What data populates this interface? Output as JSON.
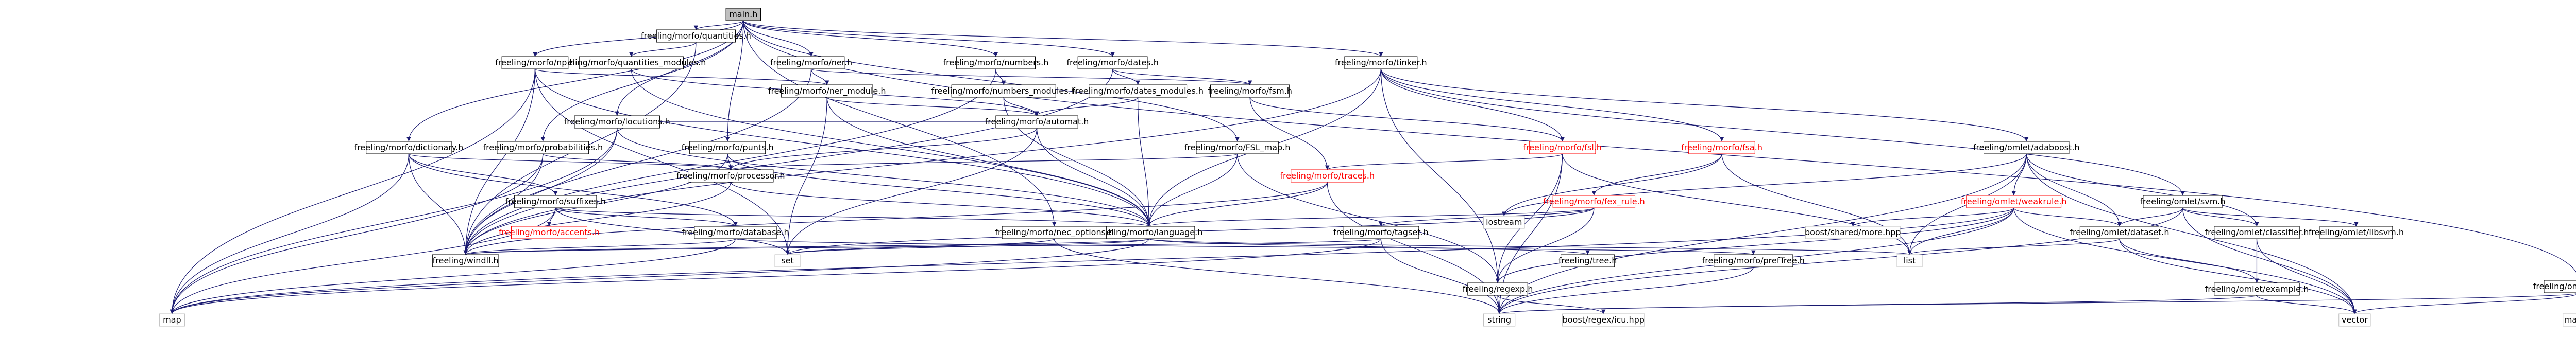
{
  "nodes": [
    {
      "id": "main",
      "label": "main.h",
      "kind": "root"
    },
    {
      "id": "quantities",
      "label": "freeling/morfo/quantities.h"
    },
    {
      "id": "quantities_modules",
      "label": "freeling/morfo/quantities_modules.h"
    },
    {
      "id": "np",
      "label": "freeling/morfo/np.h"
    },
    {
      "id": "ner",
      "label": "freeling/morfo/ner.h"
    },
    {
      "id": "numbers",
      "label": "freeling/morfo/numbers.h"
    },
    {
      "id": "dates",
      "label": "freeling/morfo/dates.h"
    },
    {
      "id": "tinker",
      "label": "freeling/morfo/tinker.h"
    },
    {
      "id": "ner_module",
      "label": "freeling/morfo/ner_module.h"
    },
    {
      "id": "locutions",
      "label": "freeling/morfo/locutions.h"
    },
    {
      "id": "numbers_modules",
      "label": "freeling/morfo/numbers_modules.h"
    },
    {
      "id": "dates_modules",
      "label": "freeling/morfo/dates_modules.h"
    },
    {
      "id": "accents",
      "label": "freeling/morfo/accents.h"
    },
    {
      "id": "traces",
      "label": "freeling/morfo/traces.h",
      "kind": "red"
    },
    {
      "id": "automat",
      "label": "freeling/morfo/automat.h"
    },
    {
      "id": "fsl_map",
      "label": "freeling/morfo/FSL_map.h"
    },
    {
      "id": "probabilities",
      "label": "freeling/morfo/probabilities.h"
    },
    {
      "id": "dictionary",
      "label": "freeling/morfo/dictionary.h"
    },
    {
      "id": "punts",
      "label": "freeling/morfo/punts.h"
    },
    {
      "id": "processor",
      "label": "freeling/morfo/processor.h"
    },
    {
      "id": "suffixes",
      "label": "freeling/morfo/suffixes.h"
    },
    {
      "id": "accents2",
      "label": "freeling/morfo/accents.h",
      "kind": "red"
    },
    {
      "id": "database",
      "label": "freeling/morfo/database.h"
    },
    {
      "id": "language",
      "label": "freeling/morfo/language.h"
    },
    {
      "id": "fsm_tnk",
      "label": "freeling/morfo/fsm.h"
    },
    {
      "id": "fsl",
      "label": "freeling/morfo/fsl.h",
      "kind": "red"
    },
    {
      "id": "fsa",
      "label": "freeling/morfo/fsa.h",
      "kind": "red"
    },
    {
      "id": "fex_rule",
      "label": "freeling/morfo/fex_rule.h",
      "kind": "red"
    },
    {
      "id": "regexp",
      "label": "freeling/regexp.h"
    },
    {
      "id": "tree",
      "label": "freeling/tree.h"
    },
    {
      "id": "windll",
      "label": "freeling/windll.h"
    },
    {
      "id": "tagset",
      "label": "freeling/morfo/tagset.h"
    },
    {
      "id": "prefTree",
      "label": "freeling/morfo/prefTree.h"
    },
    {
      "id": "nec_options",
      "label": "freeling/morfo/nec_options.h"
    },
    {
      "id": "svmmodel",
      "label": "freeling/omlet/svm.h"
    },
    {
      "id": "adaboost",
      "label": "freeling/omlet/adaboost.h"
    },
    {
      "id": "weakrule",
      "label": "freeling/omlet/weakrule.h",
      "kind": "red"
    },
    {
      "id": "dataset",
      "label": "freeling/omlet/dataset.h"
    },
    {
      "id": "classifier",
      "label": "freeling/omlet/classifier.h"
    },
    {
      "id": "libsvm",
      "label": "freeling/omlet/libsvm.h"
    },
    {
      "id": "example",
      "label": "freeling/omlet/example.h"
    },
    {
      "id": "vitabi",
      "label": "freeling/omlet/vitabi.h"
    },
    {
      "id": "iostream",
      "label": "iostream",
      "kind": "ext"
    },
    {
      "id": "boost_tp",
      "label": "boost/shared/more.hpp",
      "kind": "ext"
    },
    {
      "id": "boost_icu",
      "label": "boost/regex/icu.hpp",
      "kind": "ext"
    },
    {
      "id": "set",
      "label": "set",
      "kind": "ext"
    },
    {
      "id": "map",
      "label": "map",
      "kind": "ext"
    },
    {
      "id": "list",
      "label": "list",
      "kind": "ext"
    },
    {
      "id": "string",
      "label": "string",
      "kind": "ext"
    },
    {
      "id": "vector",
      "label": "vector",
      "kind": "ext"
    },
    {
      "id": "math",
      "label": "math.h",
      "kind": "ext"
    }
  ],
  "edges": [
    [
      "main",
      "quantities"
    ],
    [
      "main",
      "np"
    ],
    [
      "main",
      "ner"
    ],
    [
      "main",
      "numbers"
    ],
    [
      "main",
      "dates"
    ],
    [
      "main",
      "tinker"
    ],
    [
      "main",
      "locutions"
    ],
    [
      "main",
      "dictionary"
    ],
    [
      "main",
      "probabilities"
    ],
    [
      "main",
      "punts"
    ],
    [
      "main",
      "fsl_map"
    ],
    [
      "main",
      "vitabi"
    ],
    [
      "main",
      "nec_options"
    ],
    [
      "quantities",
      "quantities_modules"
    ],
    [
      "quantities",
      "windll"
    ],
    [
      "quantities",
      "tinker_mod"
    ],
    [
      "quantities_modules",
      "automat"
    ],
    [
      "quantities_modules",
      "language"
    ],
    [
      "np",
      "ner_module"
    ],
    [
      "np",
      "windll"
    ],
    [
      "np",
      "map"
    ],
    [
      "np",
      "set"
    ],
    [
      "np",
      "language"
    ],
    [
      "ner",
      "ner_module"
    ],
    [
      "ner",
      "fsm_tnk"
    ],
    [
      "ner",
      "windll"
    ],
    [
      "numbers",
      "numbers_modules"
    ],
    [
      "numbers",
      "windll"
    ],
    [
      "dates",
      "dates_modules"
    ],
    [
      "dates",
      "fsm_tnk"
    ],
    [
      "dates",
      "windll"
    ],
    [
      "numbers_modules",
      "automat"
    ],
    [
      "numbers_modules",
      "language"
    ],
    [
      "dates_modules",
      "automat"
    ],
    [
      "dates_modules",
      "language"
    ],
    [
      "ner_module",
      "automat"
    ],
    [
      "ner_module",
      "language"
    ],
    [
      "ner_module",
      "set"
    ],
    [
      "locutions",
      "automat"
    ],
    [
      "locutions",
      "windll"
    ],
    [
      "locutions",
      "language"
    ],
    [
      "locutions",
      "map"
    ],
    [
      "automat",
      "processor"
    ],
    [
      "automat",
      "set"
    ],
    [
      "automat",
      "language"
    ],
    [
      "tinker",
      "svmmodel"
    ],
    [
      "tinker",
      "adaboost"
    ],
    [
      "tinker",
      "fsl"
    ],
    [
      "tinker",
      "fsa"
    ],
    [
      "tinker",
      "regexp"
    ],
    [
      "tinker",
      "windll"
    ],
    [
      "tinker",
      "language"
    ],
    [
      "fsm_tnk",
      "fsl"
    ],
    [
      "fsm_tnk",
      "traces"
    ],
    [
      "fsl_map",
      "language"
    ],
    [
      "fsl_map",
      "processor"
    ],
    [
      "fsl_map",
      "regexp"
    ],
    [
      "fsl",
      "traces"
    ],
    [
      "fsl",
      "regexp"
    ],
    [
      "fsl",
      "string"
    ],
    [
      "fsl",
      "list"
    ],
    [
      "fsa",
      "fex_rule"
    ],
    [
      "fsa",
      "iostream"
    ],
    [
      "fsa",
      "list"
    ],
    [
      "fex_rule",
      "language"
    ],
    [
      "fex_rule",
      "regexp"
    ],
    [
      "fex_rule",
      "tagset"
    ],
    [
      "fex_rule",
      "set"
    ],
    [
      "traces",
      "language"
    ],
    [
      "traces",
      "windll"
    ],
    [
      "traces",
      "string"
    ],
    [
      "probabilities",
      "processor"
    ],
    [
      "probabilities",
      "windll"
    ],
    [
      "probabilities",
      "map"
    ],
    [
      "dictionary",
      "suffixes"
    ],
    [
      "dictionary",
      "database"
    ],
    [
      "dictionary",
      "processor"
    ],
    [
      "dictionary",
      "windll"
    ],
    [
      "dictionary",
      "map"
    ],
    [
      "punts",
      "processor"
    ],
    [
      "punts",
      "language"
    ],
    [
      "punts",
      "windll"
    ],
    [
      "suffixes",
      "accents2"
    ],
    [
      "suffixes",
      "database"
    ],
    [
      "suffixes",
      "language"
    ],
    [
      "suffixes",
      "map"
    ],
    [
      "suffixes",
      "set"
    ],
    [
      "processor",
      "language"
    ],
    [
      "processor",
      "windll"
    ],
    [
      "database",
      "prefTree"
    ],
    [
      "database",
      "windll"
    ],
    [
      "database",
      "map"
    ],
    [
      "language",
      "tree"
    ],
    [
      "language",
      "set"
    ],
    [
      "language",
      "list"
    ],
    [
      "language",
      "windll"
    ],
    [
      "language",
      "map"
    ],
    [
      "tagset",
      "windll"
    ],
    [
      "tagset",
      "map"
    ],
    [
      "tagset",
      "string"
    ],
    [
      "regexp",
      "boost_icu"
    ],
    [
      "regexp",
      "string"
    ],
    [
      "prefTree",
      "string"
    ],
    [
      "nec_options",
      "string"
    ],
    [
      "nec_options",
      "set"
    ],
    [
      "adaboost",
      "weakrule"
    ],
    [
      "adaboost",
      "dataset"
    ],
    [
      "adaboost",
      "classifier"
    ],
    [
      "adaboost",
      "list"
    ],
    [
      "adaboost",
      "vector"
    ],
    [
      "adaboost",
      "iostream"
    ],
    [
      "adaboost",
      "string"
    ],
    [
      "weakrule",
      "boost_tp"
    ],
    [
      "weakrule",
      "dataset"
    ],
    [
      "weakrule",
      "list"
    ],
    [
      "weakrule",
      "vector"
    ],
    [
      "weakrule",
      "string"
    ],
    [
      "weakrule",
      "map"
    ],
    [
      "weakrule",
      "regexp"
    ],
    [
      "svmmodel",
      "classifier"
    ],
    [
      "svmmodel",
      "libsvm"
    ],
    [
      "svmmodel",
      "dataset"
    ],
    [
      "svmmodel",
      "string"
    ],
    [
      "svmmodel",
      "vector"
    ],
    [
      "dataset",
      "example"
    ],
    [
      "dataset",
      "list"
    ],
    [
      "dataset",
      "vector"
    ],
    [
      "classifier",
      "example"
    ],
    [
      "classifier",
      "vector"
    ],
    [
      "example",
      "string"
    ],
    [
      "example",
      "vector"
    ],
    [
      "vitabi",
      "math"
    ],
    [
      "vitabi",
      "string"
    ],
    [
      "vitabi",
      "vector"
    ]
  ]
}
